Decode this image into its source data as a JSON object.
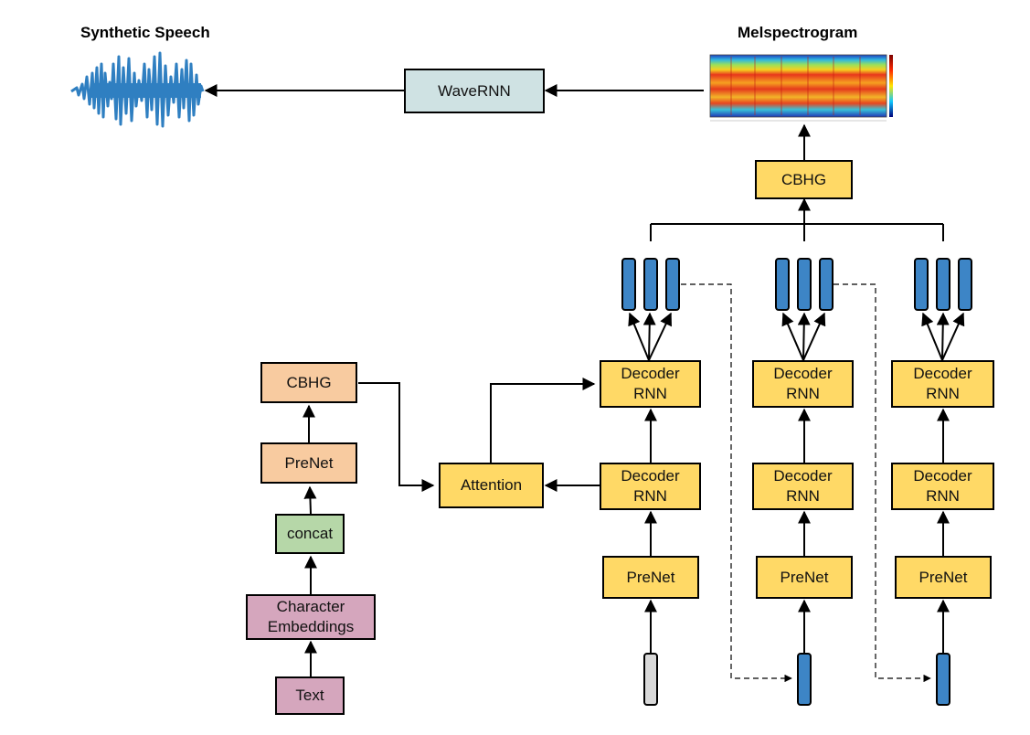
{
  "headings": {
    "output": "Synthetic Speech",
    "spectrogram": "Melspectrogram"
  },
  "nodes": {
    "wavernn": "WaveRNN",
    "cbhg_top": "CBHG",
    "encoder_cbhg": "CBHG",
    "encoder_prenet": "PreNet",
    "concat": "concat",
    "char_embeddings": "Character\nEmbeddings",
    "text": "Text",
    "attention": "Attention",
    "decoder_1_top": "Decoder\nRNN",
    "decoder_1_bottom": "Decoder\nRNN",
    "prenet_1": "PreNet",
    "decoder_2_top": "Decoder\nRNN",
    "decoder_2_bottom": "Decoder\nRNN",
    "prenet_2": "PreNet",
    "decoder_3_top": "Decoder\nRNN",
    "decoder_3_bottom": "Decoder\nRNN",
    "prenet_3": "PreNet"
  },
  "colors": {
    "decoder": "#ffd966",
    "encoder": "#f8cba0",
    "concat": "#b6d7a8",
    "input": "#d5a6bd",
    "vocoder": "#cfe2e3",
    "frame_vector": "#3d85c6",
    "initial_frame": "#d9d9d9",
    "waveform": "#2f7fc1"
  },
  "icons": {
    "waveform": "audio-waveform-icon",
    "spectrogram": "melspectrogram-image"
  }
}
